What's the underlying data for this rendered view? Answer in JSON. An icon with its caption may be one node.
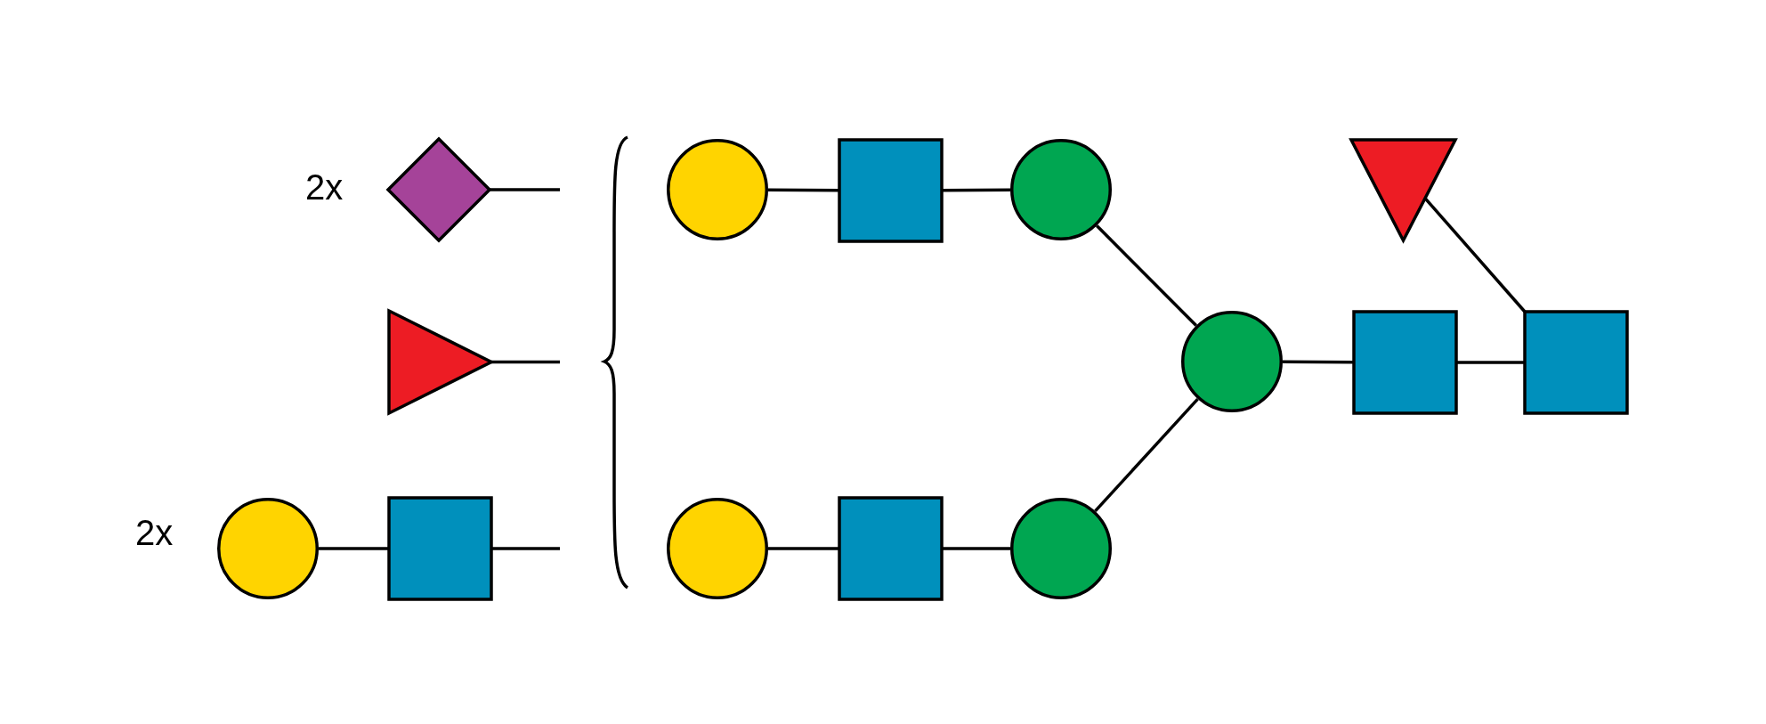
{
  "diagram": {
    "nodes": [
      {
        "text": [],
        "shape": "diamond",
        "beside": [
          "2x"
        ]
      },
      {
        "text": [],
        "shape": "triangle"
      },
      {
        "text": [],
        "shape": "circle",
        "beside": [
          "2x"
        ]
      },
      {
        "text": [],
        "shape": "box"
      },
      {
        "text": [],
        "shape": "circle"
      },
      {
        "text": [],
        "shape": "box"
      },
      {
        "text": [],
        "shape": "circle"
      },
      {
        "text": [],
        "shape": "triangle"
      },
      {
        "text": [],
        "shape": "circle"
      },
      {
        "text": [],
        "shape": "box"
      },
      {
        "text": [],
        "shape": "box"
      },
      {
        "text": [],
        "shape": "circle"
      },
      {
        "text": [],
        "shape": "box"
      },
      {
        "text": [],
        "shape": "circle"
      }
    ],
    "edges": [
      {
        "from": 0,
        "to": null,
        "arrow": "none"
      },
      {
        "from": 1,
        "to": null,
        "arrow": "none"
      },
      {
        "from": 2,
        "to": 3,
        "arrow": "none"
      },
      {
        "from": 3,
        "to": null,
        "arrow": "none"
      },
      {
        "from": 4,
        "to": 5,
        "arrow": "none"
      },
      {
        "from": 5,
        "to": 6,
        "arrow": "none"
      },
      {
        "from": 6,
        "to": 8,
        "arrow": "none"
      },
      {
        "from": 7,
        "to": 10,
        "arrow": "none"
      },
      {
        "from": 8,
        "to": 9,
        "arrow": "none"
      },
      {
        "from": 9,
        "to": 10,
        "arrow": "none"
      },
      {
        "from": 11,
        "to": 12,
        "arrow": "none"
      },
      {
        "from": 12,
        "to": 13,
        "arrow": "none"
      },
      {
        "from": 13,
        "to": 8,
        "arrow": "none"
      }
    ]
  }
}
